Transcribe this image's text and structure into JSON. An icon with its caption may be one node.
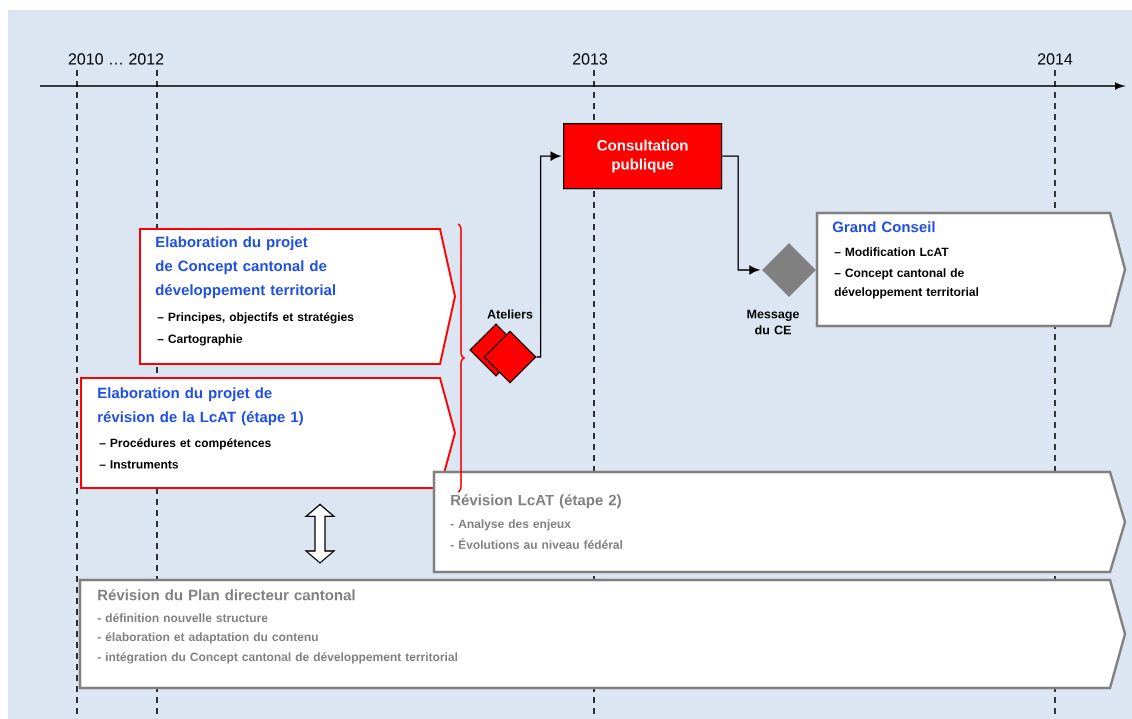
{
  "diagram": {
    "nodes": [
      {
        "text": [
          "Elaboration du projet de Concept cantonal de développement territorial",
          "– Principes, objectifs et stratégies",
          "– Cartographie"
        ]
      },
      {
        "text": [
          "Elaboration du projet de révision de la LcAT (étape 1)",
          "– Procédures et compétences",
          "– Instruments"
        ]
      },
      {
        "text": [],
        "shape": "diamond",
        "beside": [
          "Ateliers"
        ]
      },
      {
        "text": [
          "Consultation publique"
        ]
      },
      {
        "text": [],
        "shape": "diamond",
        "beside": [
          "Message du CE"
        ]
      },
      {
        "text": [
          "Grand Conseil",
          "– Modification LcAT",
          "– Concept cantonal de développement territorial"
        ]
      },
      {
        "text": [
          "Révision LcAT (étape 2)",
          "- Analyse des enjeux",
          "- Évolutions au niveau fédéral"
        ]
      },
      {
        "text": [
          "Révision du Plan directeur cantonal",
          "- définition nouvelle structure",
          "- élaboration et adaptation du contenu",
          "- intégration du Concept cantonal de développement territorial"
        ]
      }
    ],
    "edges": [
      {
        "from": 2,
        "to": 3,
        "arrow": "to"
      },
      {
        "from": 3,
        "to": 4,
        "arrow": "to"
      },
      {
        "from": 1,
        "to": 7,
        "arrow": "both"
      }
    ],
    "labels": [
      "2010 … 2012",
      "2013",
      "2014"
    ]
  }
}
